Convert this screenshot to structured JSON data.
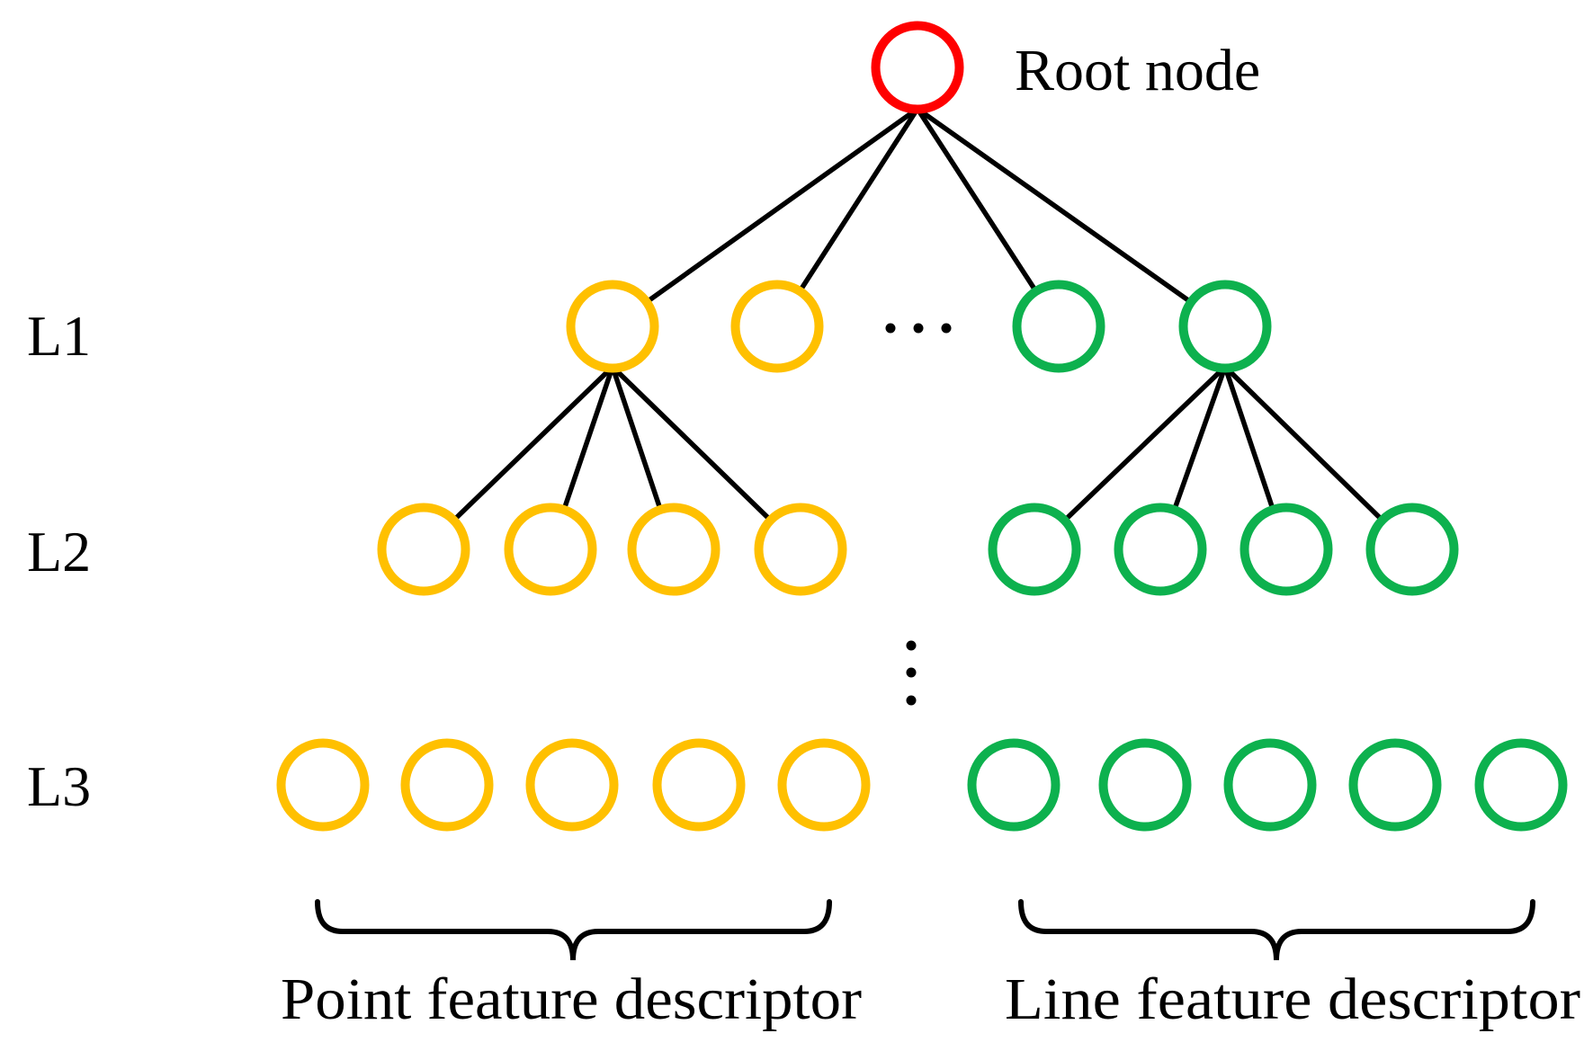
{
  "diagram": {
    "root": {
      "label": "Root node"
    },
    "levels": [
      {
        "label": "L1",
        "point_node_count": 2,
        "line_node_count": 2,
        "truncation": "horizontal-ellipsis"
      },
      {
        "label": "L2",
        "point_node_count": 4,
        "line_node_count": 4
      },
      {
        "label": "L3",
        "point_node_count": 5,
        "line_node_count": 5
      }
    ],
    "between_l2_and_l3": "vertical-ellipsis",
    "groups": {
      "point": {
        "label": "Point feature descriptor"
      },
      "line": {
        "label": "Line feature descriptor"
      }
    },
    "colors": {
      "root_node": "#FF0000",
      "point_nodes": "#FFC000",
      "line_nodes": "#0DB14E",
      "edges": "#000000",
      "text": "#000000",
      "background": "#FFFFFF"
    }
  }
}
